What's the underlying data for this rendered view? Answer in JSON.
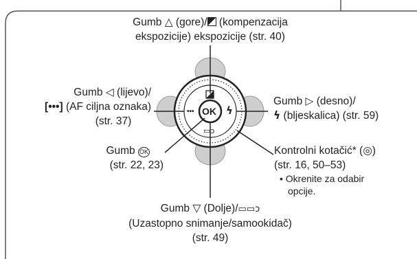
{
  "callouts": {
    "top": {
      "line1_prefix": "Gumb",
      "line1_icon": "△",
      "line1_after": "(gore)/",
      "line1_icon2": "exposure-compensation-icon",
      "line1_end": "(kompenzacija",
      "line2": "ekspozicije) ekspozicije (str. 40)"
    },
    "left": {
      "line1_prefix": "Gumb",
      "line1_icon": "◁",
      "line1_end": "(lijevo)/",
      "line2_icon": "[•••]",
      "line2_end": "(AF ciljna oznaka)",
      "line3": "(str. 37)"
    },
    "right": {
      "line1_prefix": "Gumb",
      "line1_icon": "▷",
      "line1_end": "(desno)/",
      "line2_icon": "ϟ",
      "line2_end": "(bljeskalica) (str. 59)"
    },
    "ok": {
      "line1_prefix": "Gumb",
      "line1_icon": "OK",
      "line2": "(str. 22, 23)"
    },
    "dial": {
      "line1": "Kontrolni kotačić* (",
      "line1_end": ")",
      "line2": "(str. 16, 50–53)",
      "bullet": "•",
      "note_line1": "Okrenite za odabir",
      "note_line2": "opcije."
    },
    "bottom": {
      "line1_prefix": "Gumb",
      "line1_icon": "▽",
      "line1_end": "(Dolje)/",
      "line1_icon2": "▭▭ↄ",
      "line2": "(Uzastopno snimanje/samookidač)",
      "line3": "(str. 49)"
    }
  },
  "dial_labels": {
    "center": "OK",
    "up": "exposure-compensation-icon",
    "left": "•••",
    "right": "ϟ",
    "down": "▭ↄ"
  },
  "colors": {
    "line": "#222222",
    "pad": "#c9c9c9",
    "frame": "#555555"
  }
}
